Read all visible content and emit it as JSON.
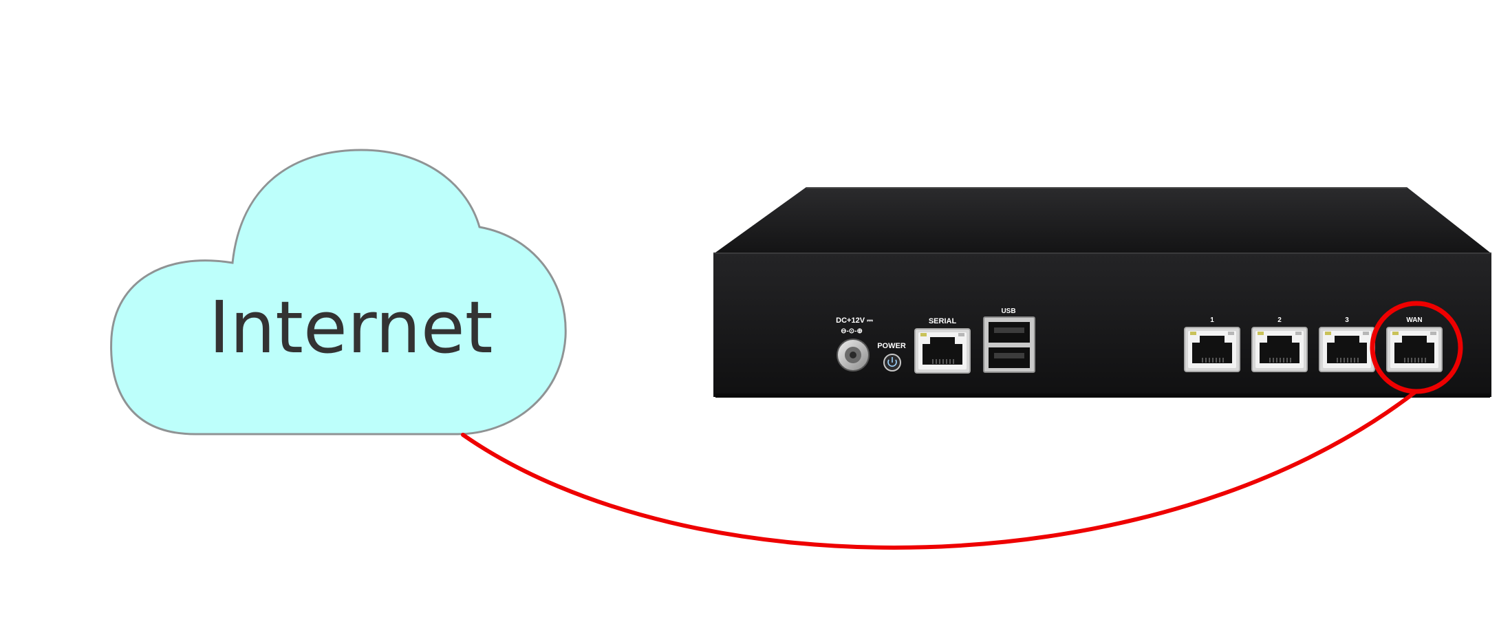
{
  "cloud": {
    "label": "Internet",
    "fill_color": "#bdfffb",
    "stroke_color": "#8f9394"
  },
  "device": {
    "body_color": "#1b1b1c",
    "power_input": {
      "label": "DC+12V ⎓",
      "polarity": "⊖-⊙-⊕"
    },
    "power_button": {
      "label": "POWER",
      "icon": "power-icon"
    },
    "ports": {
      "serial": "SERIAL",
      "usb": "USB",
      "lan": [
        "1",
        "2",
        "3"
      ],
      "wan": "WAN"
    }
  },
  "connection": {
    "from": "Internet",
    "to": "WAN",
    "color": "#ee0000",
    "highlight": "WAN"
  }
}
